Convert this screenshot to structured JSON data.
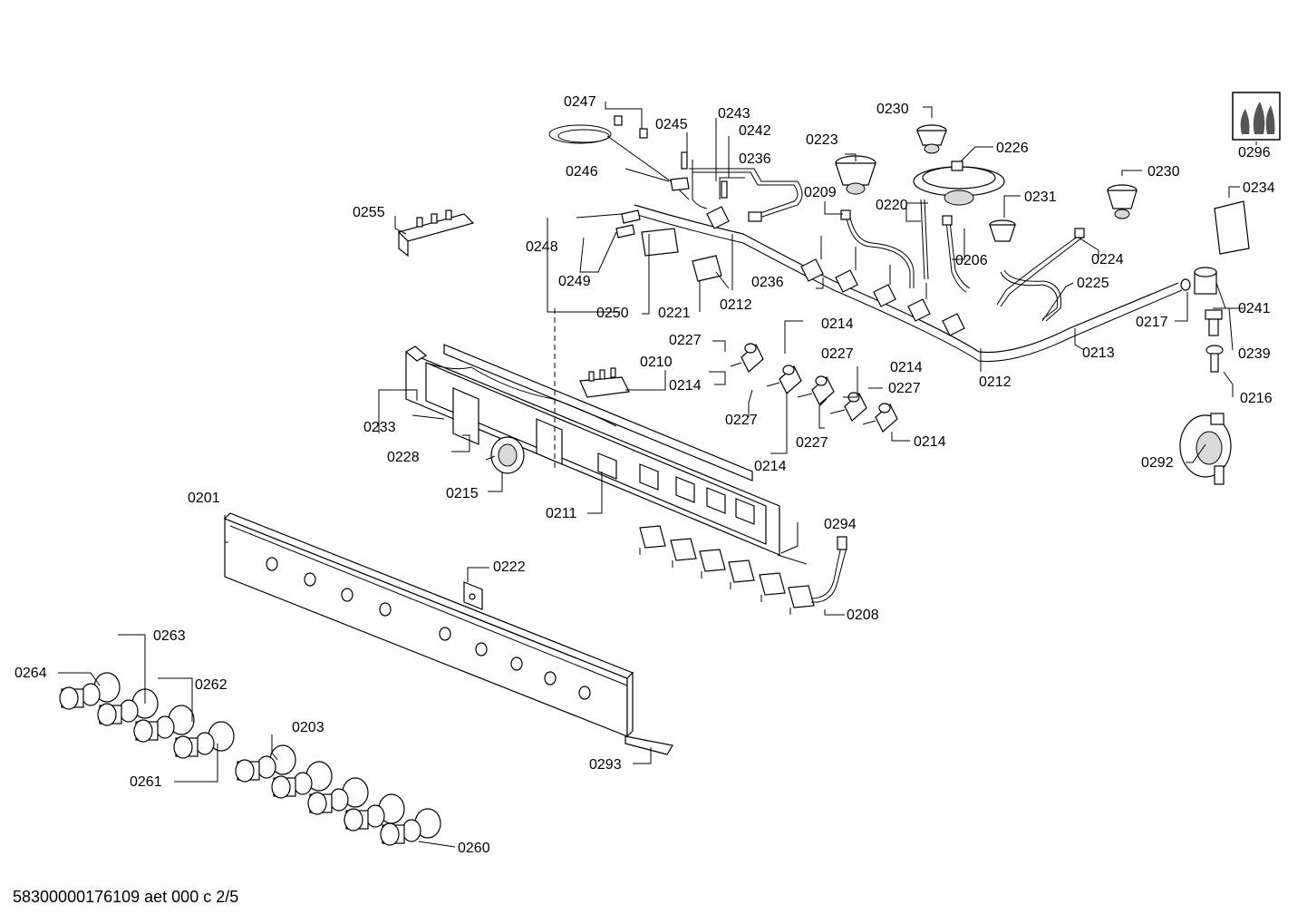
{
  "footer": "58300000176109 aet 000 c 2/5",
  "labels": {
    "p0201": "0201",
    "p0203": "0203",
    "p0206": "0206",
    "p0208": "0208",
    "p0209": "0209",
    "p0210": "0210",
    "p0211": "0211",
    "p0212a": "0212",
    "p0212b": "0212",
    "p0213": "0213",
    "p0214a": "0214",
    "p0214b": "0214",
    "p0214c": "0214",
    "p0214d": "0214",
    "p0214e": "0214",
    "p0215": "0215",
    "p0216": "0216",
    "p0217": "0217",
    "p0220": "0220",
    "p0221": "0221",
    "p0222": "0222",
    "p0223": "0223",
    "p0224": "0224",
    "p0225": "0225",
    "p0226": "0226",
    "p0227a": "0227",
    "p0227b": "0227",
    "p0227c": "0227",
    "p0227d": "0227",
    "p0227e": "0227",
    "p0228": "0228",
    "p0230a": "0230",
    "p0230b": "0230",
    "p0231": "0231",
    "p0233": "0233",
    "p0234": "0234",
    "p0236a": "0236",
    "p0236b": "0236",
    "p0239": "0239",
    "p0241": "0241",
    "p0242": "0242",
    "p0243": "0243",
    "p0245": "0245",
    "p0246": "0246",
    "p0247": "0247",
    "p0248": "0248",
    "p0249": "0249",
    "p0250": "0250",
    "p0255": "0255",
    "p0260": "0260",
    "p0261": "0261",
    "p0262": "0262",
    "p0263": "0263",
    "p0264": "0264",
    "p0292": "0292",
    "p0293": "0293",
    "p0294": "0294",
    "p0296": "0296"
  }
}
